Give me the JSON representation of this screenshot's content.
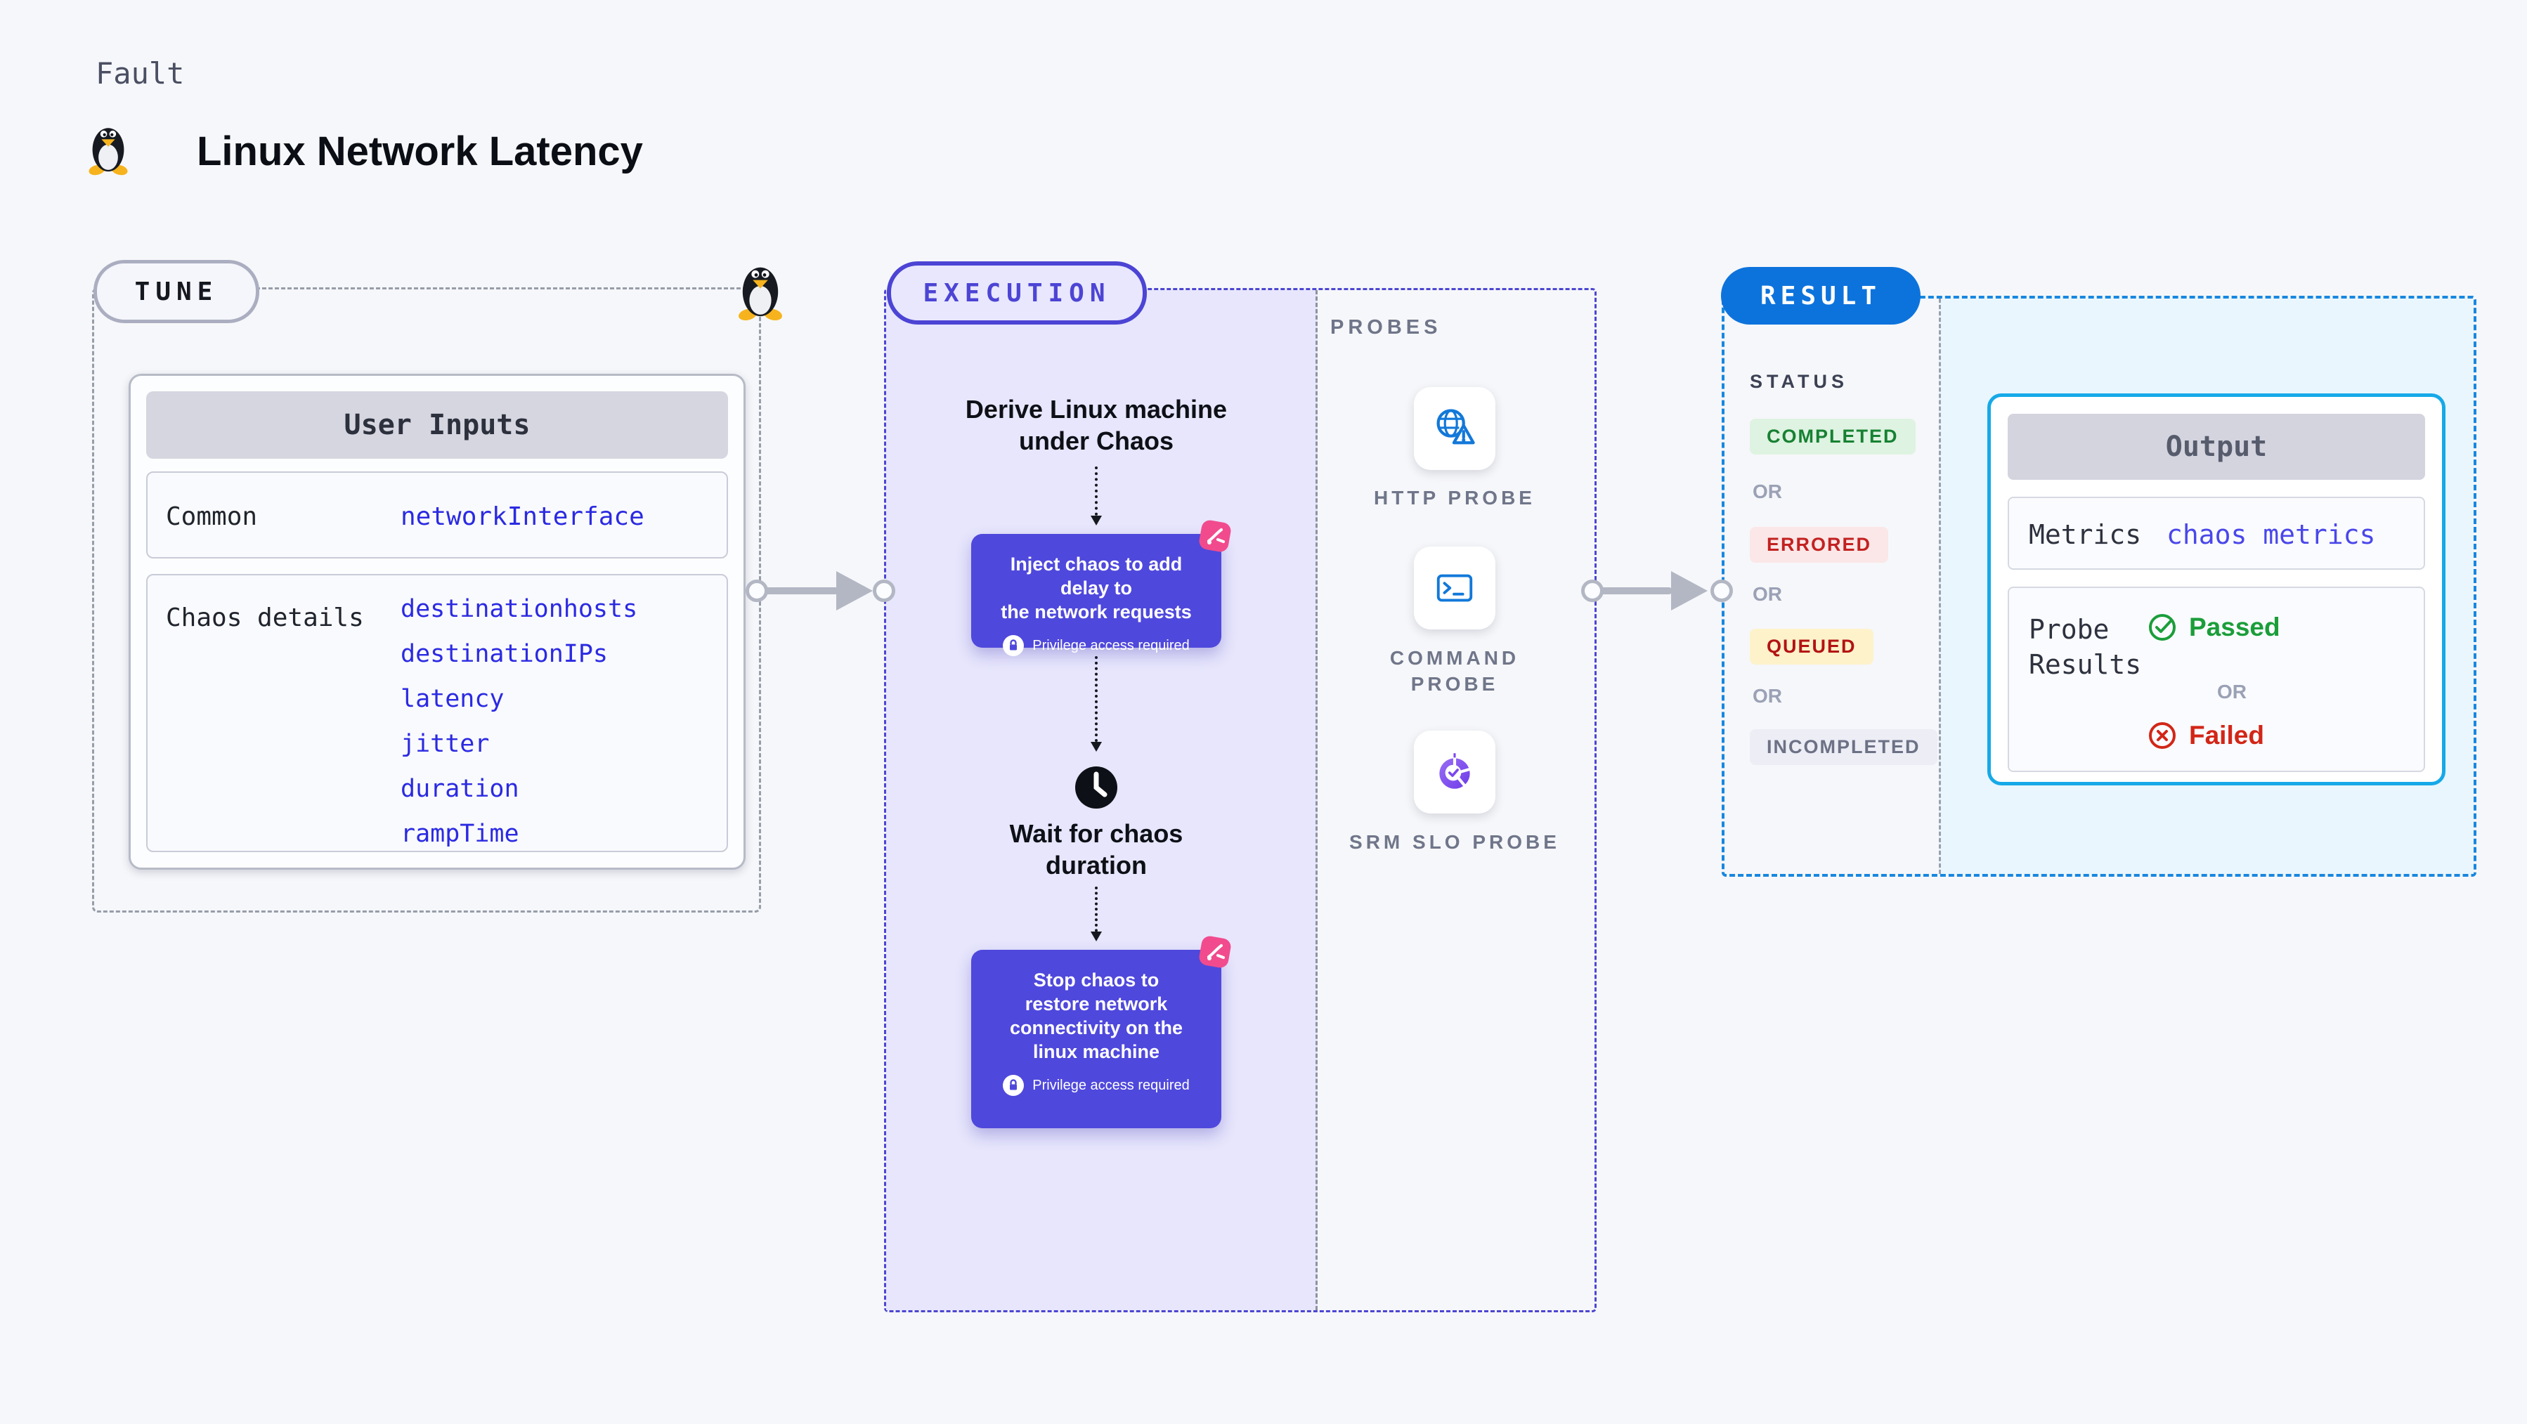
{
  "header": {
    "eyebrow": "Fault",
    "title": "Linux Network Latency",
    "icon": "tux-penguin-icon"
  },
  "tune": {
    "badge": "TUNE",
    "card_title": "User Inputs",
    "rows": [
      {
        "label": "Common",
        "values": [
          "networkInterface"
        ]
      },
      {
        "label": "Chaos details",
        "values": [
          "destinationhosts",
          "destinationIPs",
          "latency",
          "jitter",
          "duration",
          "rampTime"
        ]
      }
    ]
  },
  "execution": {
    "badge": "EXECUTION",
    "steps": {
      "derive": "Derive Linux machine\nunder Chaos",
      "inject": {
        "title": "Inject chaos to add delay to\nthe network requests",
        "note": "Privilege access required"
      },
      "wait": "Wait for chaos\nduration",
      "stop": {
        "title": "Stop chaos to\nrestore network\nconnectivity on the\nlinux machine",
        "note": "Privilege access required"
      }
    },
    "probes": {
      "heading": "PROBES",
      "items": [
        {
          "label": "HTTP PROBE",
          "icon": "globe-alert-icon"
        },
        {
          "label": "COMMAND PROBE",
          "icon": "terminal-icon"
        },
        {
          "label": "SRM SLO PROBE",
          "icon": "slo-pie-icon"
        }
      ]
    }
  },
  "result": {
    "badge": "RESULT",
    "status": {
      "heading": "STATUS",
      "or_label": "OR",
      "badges": [
        {
          "label": "COMPLETED",
          "tone": "green"
        },
        {
          "label": "ERRORED",
          "tone": "red"
        },
        {
          "label": "QUEUED",
          "tone": "yellow"
        },
        {
          "label": "INCOMPLETED",
          "tone": "gray"
        }
      ]
    },
    "output": {
      "title": "Output",
      "metrics_label": "Metrics",
      "metrics_value": "chaos metrics",
      "probe_results_label": "Probe\nResults",
      "passed_label": "Passed",
      "or_label": "OR",
      "failed_label": "Failed",
      "passed_icon": "check-circle-icon",
      "failed_icon": "x-circle-icon"
    }
  },
  "colors": {
    "page_bg": "#f6f7fa",
    "accent_indigo": "#4c44d4",
    "accent_blue": "#0d73dc",
    "cyan_border": "#16a9e8",
    "lavender_bg": "#e7e6fc",
    "cyan_bg": "#e9f6fd",
    "value_blue": "#2b2ae2",
    "green": "#168132",
    "red": "#c32121",
    "pink": "#f14b8e"
  }
}
